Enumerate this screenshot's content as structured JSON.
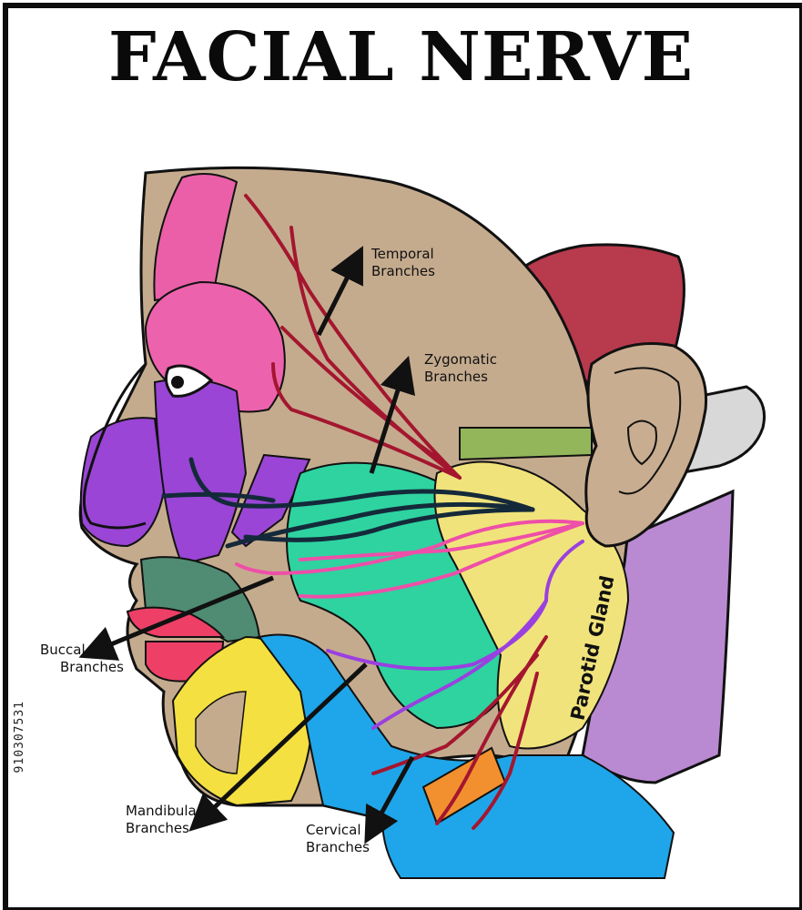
{
  "title": "FACIAL NERVE",
  "labels": {
    "temporal": [
      "Temporal",
      "Branches"
    ],
    "zygomatic": [
      "Zygomatic",
      "Branches"
    ],
    "buccal": [
      "Buccal",
      "Branches"
    ],
    "mandibular": [
      "Mandibular",
      "Branches"
    ],
    "cervical": [
      "Cervical",
      "Branches"
    ],
    "parotid": "Parotid Gland"
  },
  "side_code": "910307531",
  "colors": {
    "skin": "#c5ab8e",
    "outline": "#111111",
    "frontalis_pink": "#ea5fa8",
    "orbicularis_pink": "#ec62ad",
    "nasalis_purple": "#9a45d6",
    "masseter_green": "#2ed3a0",
    "parotid_yellow": "#f1e37b",
    "lip_red": "#ee3f67",
    "chin_yellow": "#f4e040",
    "platysma_blue": "#1fa6ea",
    "temporal_red": "#b83a4d",
    "sternocleido_purple": "#b98ad2",
    "ear_skin": "#c9ad90",
    "zygomatic_green": "#93b65a",
    "neck_orange": "#f2902f",
    "nerve_dark": "#142a3a",
    "nerve_red": "#a4162f",
    "nerve_pink": "#ee4fa8",
    "nerve_violet": "#9a40e0"
  }
}
